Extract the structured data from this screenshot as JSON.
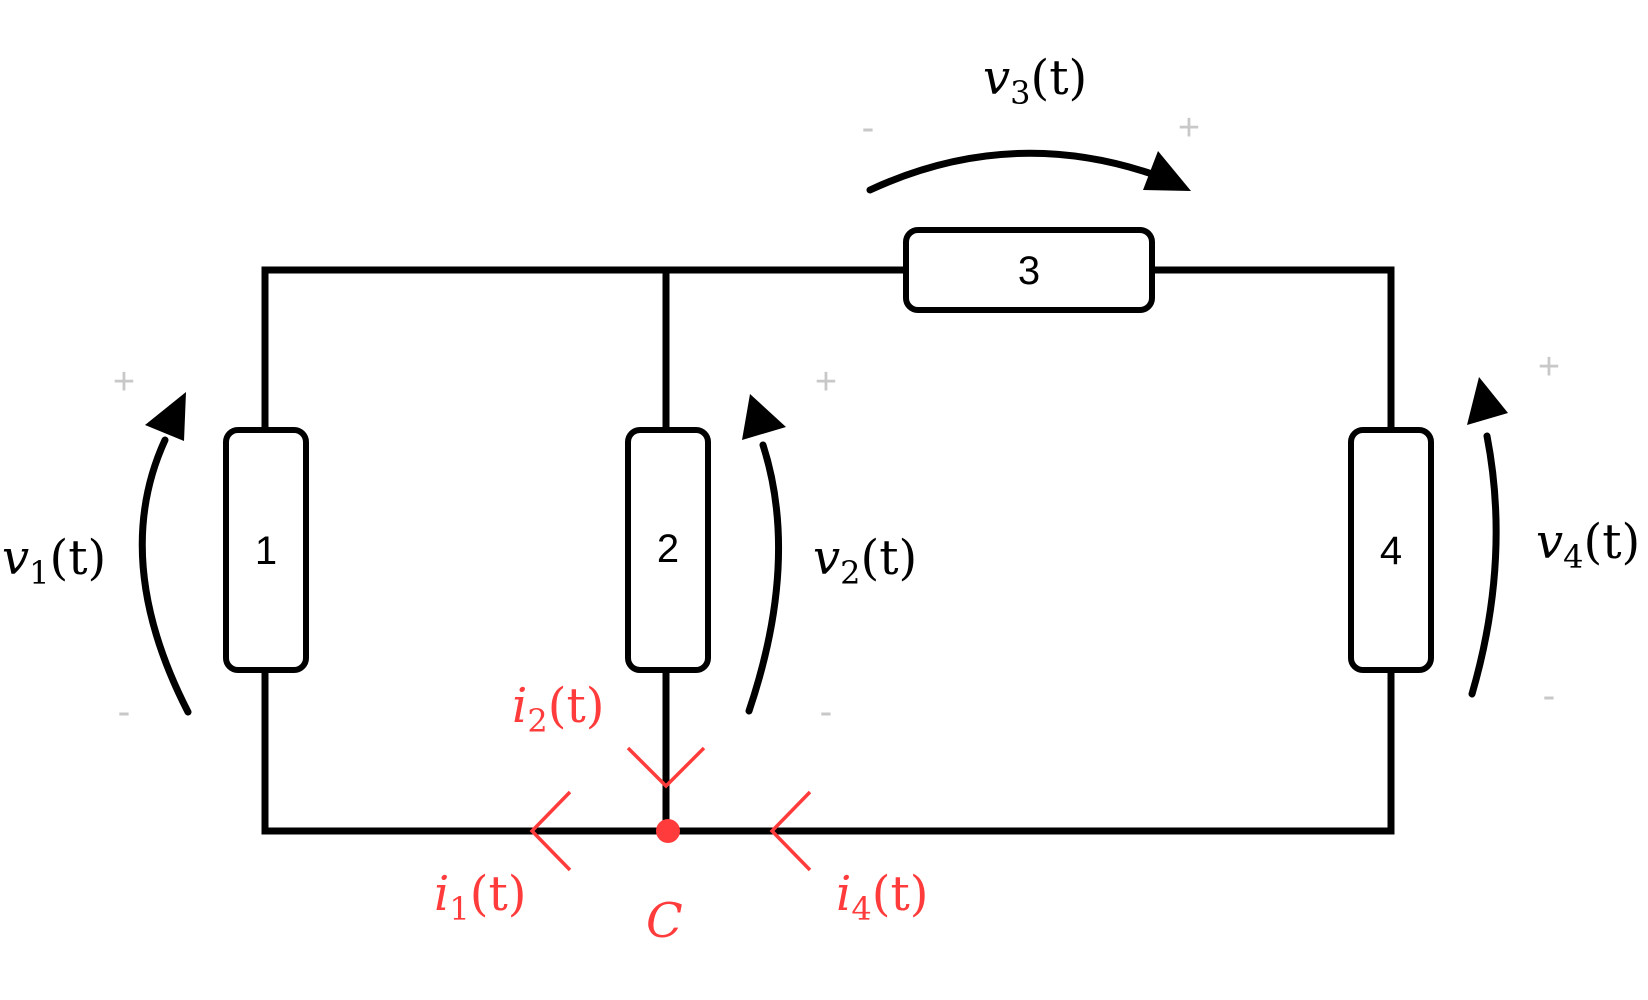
{
  "components": [
    {
      "id": "1",
      "label": "1"
    },
    {
      "id": "2",
      "label": "2"
    },
    {
      "id": "3",
      "label": "3"
    },
    {
      "id": "4",
      "label": "4"
    }
  ],
  "voltages": [
    {
      "symbol": "v",
      "index": "1",
      "arg": "(t)",
      "plus": "+",
      "minus": "-"
    },
    {
      "symbol": "v",
      "index": "2",
      "arg": "(t)",
      "plus": "+",
      "minus": "-"
    },
    {
      "symbol": "v",
      "index": "3",
      "arg": "(t)",
      "plus": "+",
      "minus": "-"
    },
    {
      "symbol": "v",
      "index": "4",
      "arg": "(t)",
      "plus": "+",
      "minus": "-"
    }
  ],
  "currents": [
    {
      "symbol": "i",
      "index": "1",
      "arg": "(t)"
    },
    {
      "symbol": "i",
      "index": "2",
      "arg": "(t)"
    },
    {
      "symbol": "i",
      "index": "4",
      "arg": "(t)"
    }
  ],
  "node": {
    "label": "C"
  },
  "colors": {
    "wire": "#000000",
    "current": "#ff3b3b",
    "sign": "#c8c8c8"
  }
}
